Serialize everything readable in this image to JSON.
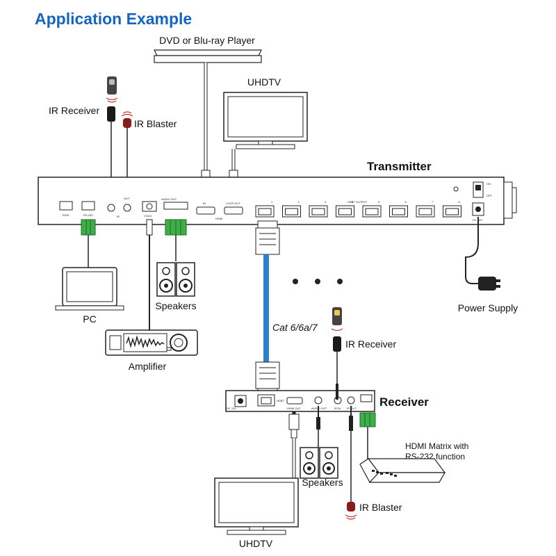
{
  "title": "Application Example",
  "labels": {
    "dvd_player": "DVD or Blu-ray Player",
    "uhdtv_top": "UHDTV",
    "transmitter": "Transmitter",
    "ir_receiver_top": "IR Receiver",
    "ir_blaster_top": "IR Blaster",
    "pc": "PC",
    "speakers_top": "Speakers",
    "amplifier": "Amplifier",
    "power_supply": "Power Supply",
    "cable": "Cat 6/6a/7",
    "ir_receiver_bottom": "IR Receiver",
    "receiver": "Receiver",
    "hdmi_matrix_line1": "HDMI Matrix with",
    "hdmi_matrix_line2": "RS-232 function",
    "speakers_bottom": "Speakers",
    "ir_blaster_bottom": "IR Blaster",
    "uhdtv_bottom": "UHDTV"
  },
  "panel_labels": {
    "in": "IN",
    "loop_out": "LOOP OUT",
    "hdmi": "HDMI",
    "hdbt_output": "HDBT OUTPUT",
    "audio_out": "AUDIO OUT",
    "coax": "COAX",
    "edid": "EDID",
    "rs232": "RS-232",
    "ir": "IR",
    "out": "OUT",
    "on": "ON",
    "off": "OFF",
    "dc": "DC 24V",
    "hdmi_out": "HDMI OUT",
    "ir_in": "IR IN",
    "ir_out": "IR OUT",
    "hdbt": "HDBT",
    "dc12": "DC 12V",
    "ports": [
      "1",
      "2",
      "3",
      "4",
      "5",
      "6",
      "7",
      "8"
    ]
  },
  "colors": {
    "title": "#1565c0",
    "cable": "#2f7fd0",
    "terminal": "#3fae49",
    "ir_red": "#c0392b",
    "outline": "#222222"
  },
  "icons": [
    "ir-receiver-icon",
    "ir-blaster-icon",
    "laptop-icon",
    "speaker-icon",
    "amplifier-icon",
    "tv-icon",
    "power-adapter-icon",
    "hdmi-matrix-icon"
  ]
}
